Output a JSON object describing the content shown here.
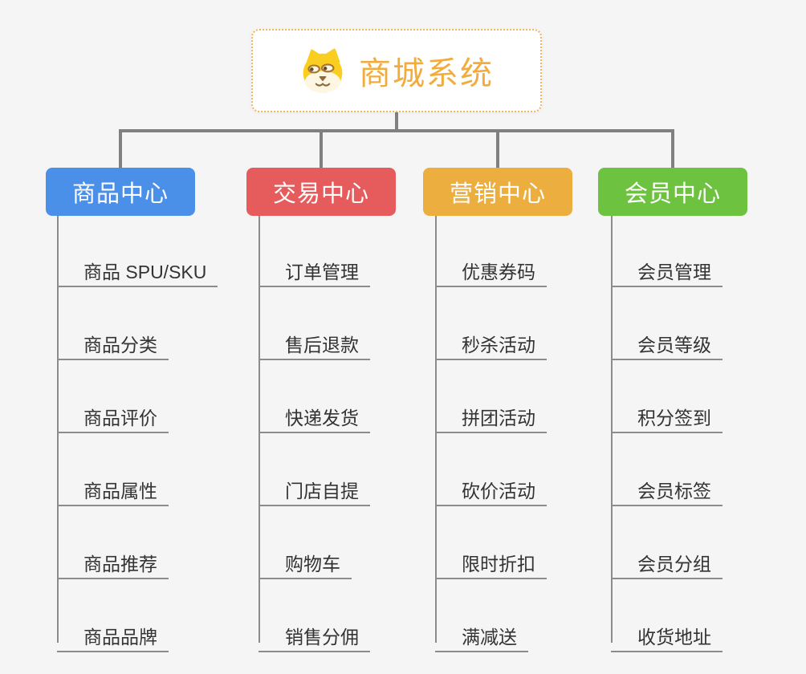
{
  "root": {
    "title": "商城系统",
    "icon": "doge-icon"
  },
  "connector_color": "#808080",
  "leaf_line_color": "#8C8C8C",
  "root_border_color": "#F3B35C",
  "root_title_color": "#F2AC3C",
  "background_color": "#F5F5F5",
  "branches": [
    {
      "label": "商品中心",
      "color": "#4A90E8",
      "items": [
        "商品 SPU/SKU",
        "商品分类",
        "商品评价",
        "商品属性",
        "商品推荐",
        "商品品牌"
      ]
    },
    {
      "label": "交易中心",
      "color": "#E65B5B",
      "items": [
        "订单管理",
        "售后退款",
        "快递发货",
        "门店自提",
        "购物车",
        "销售分佣"
      ]
    },
    {
      "label": "营销中心",
      "color": "#EDAE40",
      "items": [
        "优惠券码",
        "秒杀活动",
        "拼团活动",
        "砍价活动",
        "限时折扣",
        "满减送"
      ]
    },
    {
      "label": "会员中心",
      "color": "#6DC23F",
      "items": [
        "会员管理",
        "会员等级",
        "积分签到",
        "会员标签",
        "会员分组",
        "收货地址"
      ]
    }
  ]
}
